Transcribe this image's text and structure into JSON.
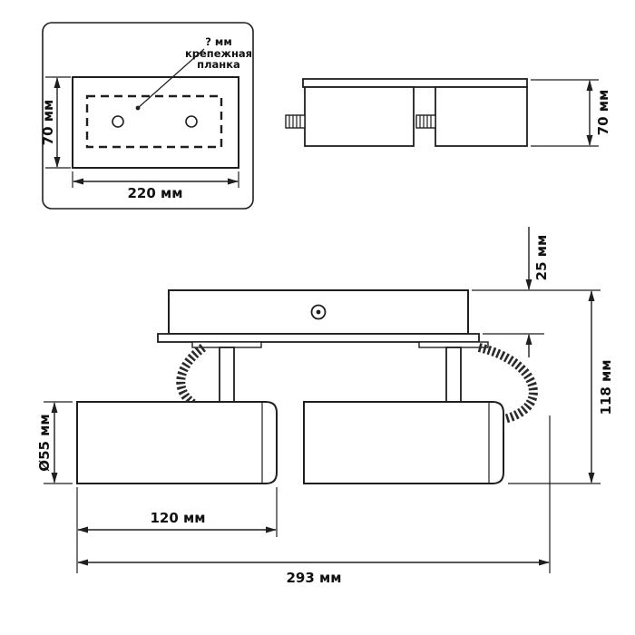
{
  "views": {
    "top_view": {
      "callout_value": "? мм",
      "callout_line1": "крепежная",
      "callout_line2": "планка",
      "dim_height": "70 мм",
      "dim_width": "220 мм"
    },
    "side_view": {
      "dim_height": "70 мм"
    },
    "front_view": {
      "dim_base_height": "25 мм",
      "dim_total_height": "118 мм",
      "dim_shade_diameter": "Ø55 мм",
      "dim_shade_length": "120 мм",
      "dim_total_width": "293 мм"
    }
  },
  "colors": {
    "line": "#1f1f1f",
    "text": "#111111",
    "background": "#ffffff"
  }
}
